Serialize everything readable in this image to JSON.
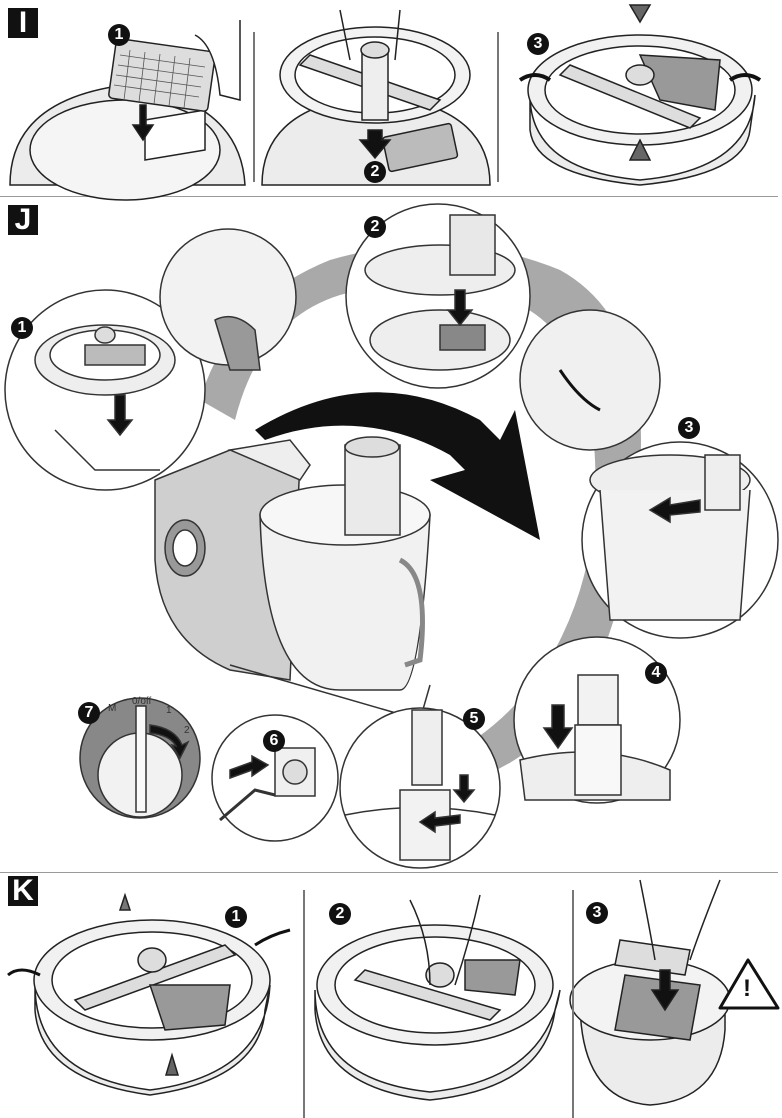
{
  "sections": {
    "I": {
      "label": "I",
      "steps": [
        "1",
        "2",
        "3"
      ]
    },
    "J": {
      "label": "J",
      "steps": [
        "1",
        "2",
        "3",
        "4",
        "5",
        "6",
        "7"
      ]
    },
    "K": {
      "label": "K",
      "steps": [
        "1",
        "2",
        "3"
      ]
    }
  },
  "dial": {
    "labels": [
      "M",
      "0/off",
      "1",
      "2"
    ]
  },
  "warning": {
    "icon": "warning-triangle-icon",
    "symbol": "!"
  },
  "colors": {
    "ink": "#111111",
    "shadow": "#a9a9a9",
    "fill": "#ececec",
    "divider": "#9a9a9a"
  }
}
